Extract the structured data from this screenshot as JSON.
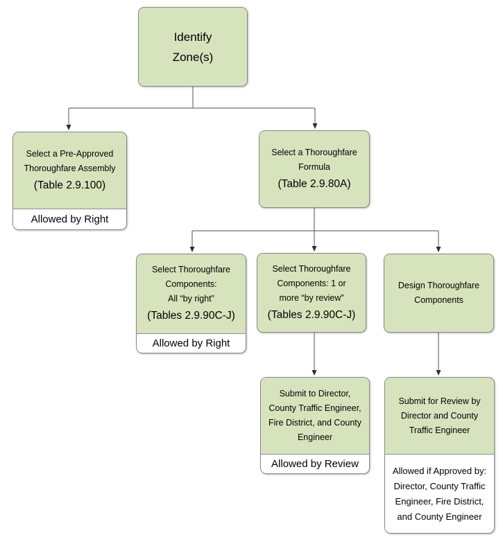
{
  "colors": {
    "node_fill": "#d7e3bc",
    "node_border": "#878787",
    "footer_bg": "#ffffff",
    "connector_line": "#6e6e6e",
    "arrowhead": "#2f2f2f",
    "text": "#000000"
  },
  "nodes": {
    "identify_zones": {
      "body": "Identify\nZone(s)"
    },
    "pre_approved_assembly": {
      "body": "Select a Pre-Approved\nThoroughfare Assembly",
      "ref": "(Table 2.9.100)",
      "footer": "Allowed by Right"
    },
    "thoroughfare_formula": {
      "body": "Select a Thoroughfare\nFormula",
      "ref": "(Table 2.9.80A)"
    },
    "components_by_right": {
      "body": "Select Thoroughfare\nComponents:\nAll “by right”",
      "ref": "(Tables 2.9.90C-J)",
      "footer": "Allowed by Right"
    },
    "components_by_review": {
      "body": "Select Thoroughfare\nComponents: 1 or\nmore “by review”",
      "ref": "(Tables 2.9.90C-J)"
    },
    "design_components": {
      "body": "Design Thoroughfare\nComponents"
    },
    "submit_to_director": {
      "body": "Submit to Director,\nCounty Traffic Engineer,\nFire District, and County\nEngineer",
      "footer": "Allowed by Review"
    },
    "submit_for_review": {
      "body": "Submit for Review by\nDirector and County\nTraffic Engineer",
      "footer": "Allowed if Approved by:\nDirector, County Traffic\nEngineer, Fire District,\nand County Engineer"
    }
  }
}
